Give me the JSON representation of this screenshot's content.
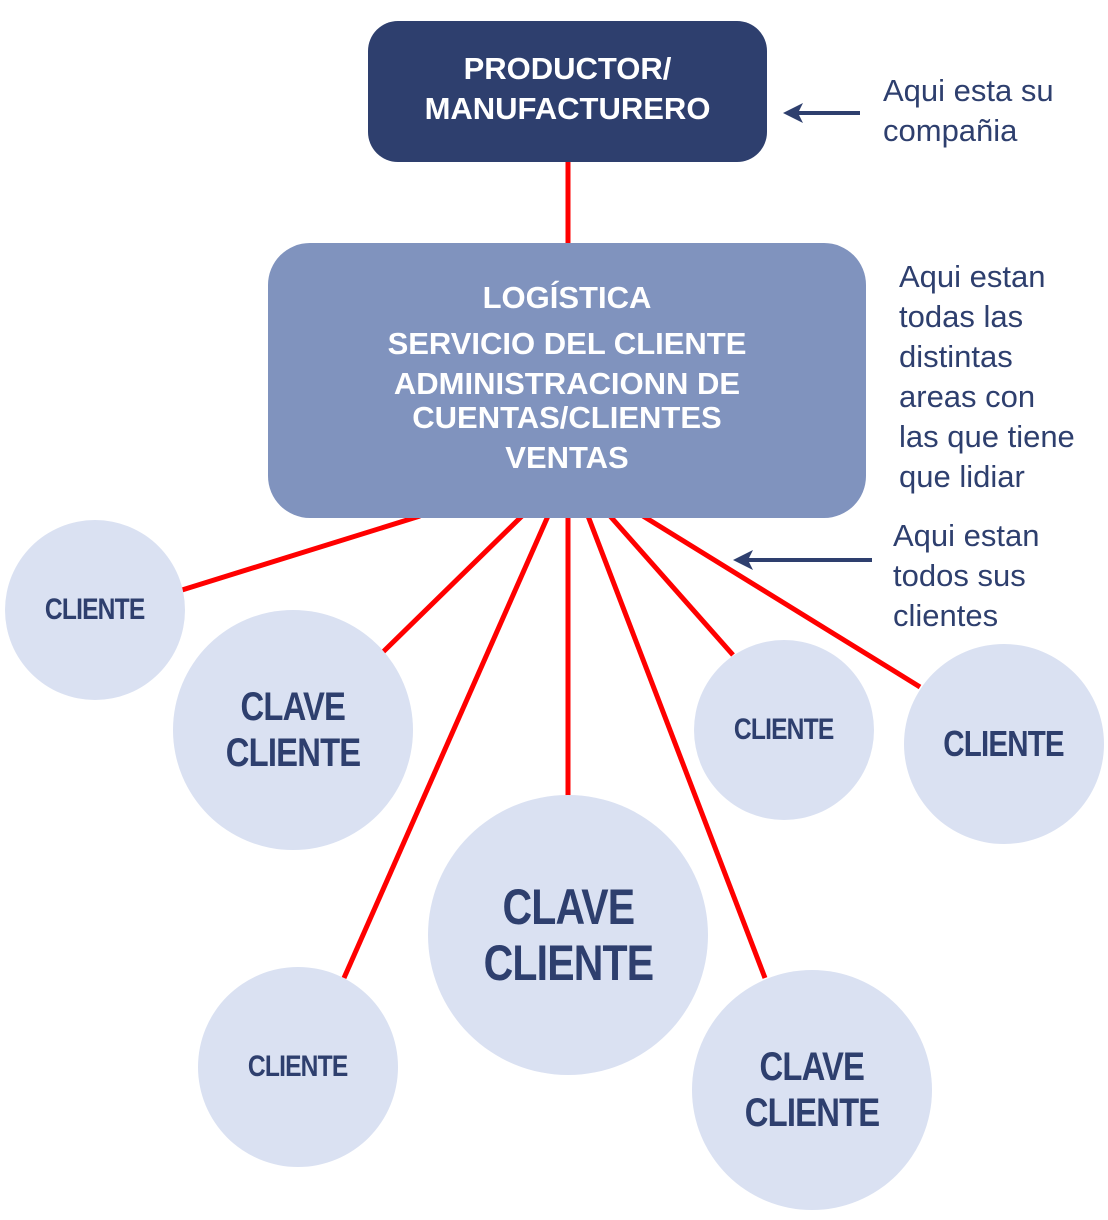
{
  "colors": {
    "producer_fill": "#2E3F6E",
    "areas_fill": "#8093BE",
    "client_fill": "#DAE1F2",
    "connector": "#FF0000",
    "text_dark": "#2E3F6E",
    "text_light": "#FFFFFF"
  },
  "producer": {
    "lines": [
      "PRODUCTOR/",
      "MANUFACTURERO"
    ]
  },
  "areas": {
    "items": [
      "LOGÍSTICA",
      "SERVICIO DEL CLIENTE",
      "ADMINISTRACIONN DE",
      "CUENTAS/CLIENTES",
      "VENTAS"
    ]
  },
  "notes": {
    "company": "Aqui esta su\ncompañia",
    "areas": "Aqui estan\ntodas las\ndistintas\nareas con\nlas que tiene\nque lidiar",
    "clients": "Aqui estan\ntodos sus\nclientes"
  },
  "clients": [
    {
      "id": "c1",
      "type": "regular",
      "lines": [
        "CLIENTE"
      ]
    },
    {
      "id": "c2",
      "type": "key",
      "lines": [
        "CLAVE",
        "CLIENTE"
      ]
    },
    {
      "id": "c3",
      "type": "key",
      "lines": [
        "CLAVE",
        "CLIENTE"
      ]
    },
    {
      "id": "c4",
      "type": "regular",
      "lines": [
        "CLIENTE"
      ]
    },
    {
      "id": "c5",
      "type": "regular",
      "lines": [
        "CLIENTE"
      ]
    },
    {
      "id": "c6",
      "type": "regular",
      "lines": [
        "CLIENTE"
      ]
    },
    {
      "id": "c7",
      "type": "key",
      "lines": [
        "CLAVE",
        "CLIENTE"
      ]
    }
  ]
}
